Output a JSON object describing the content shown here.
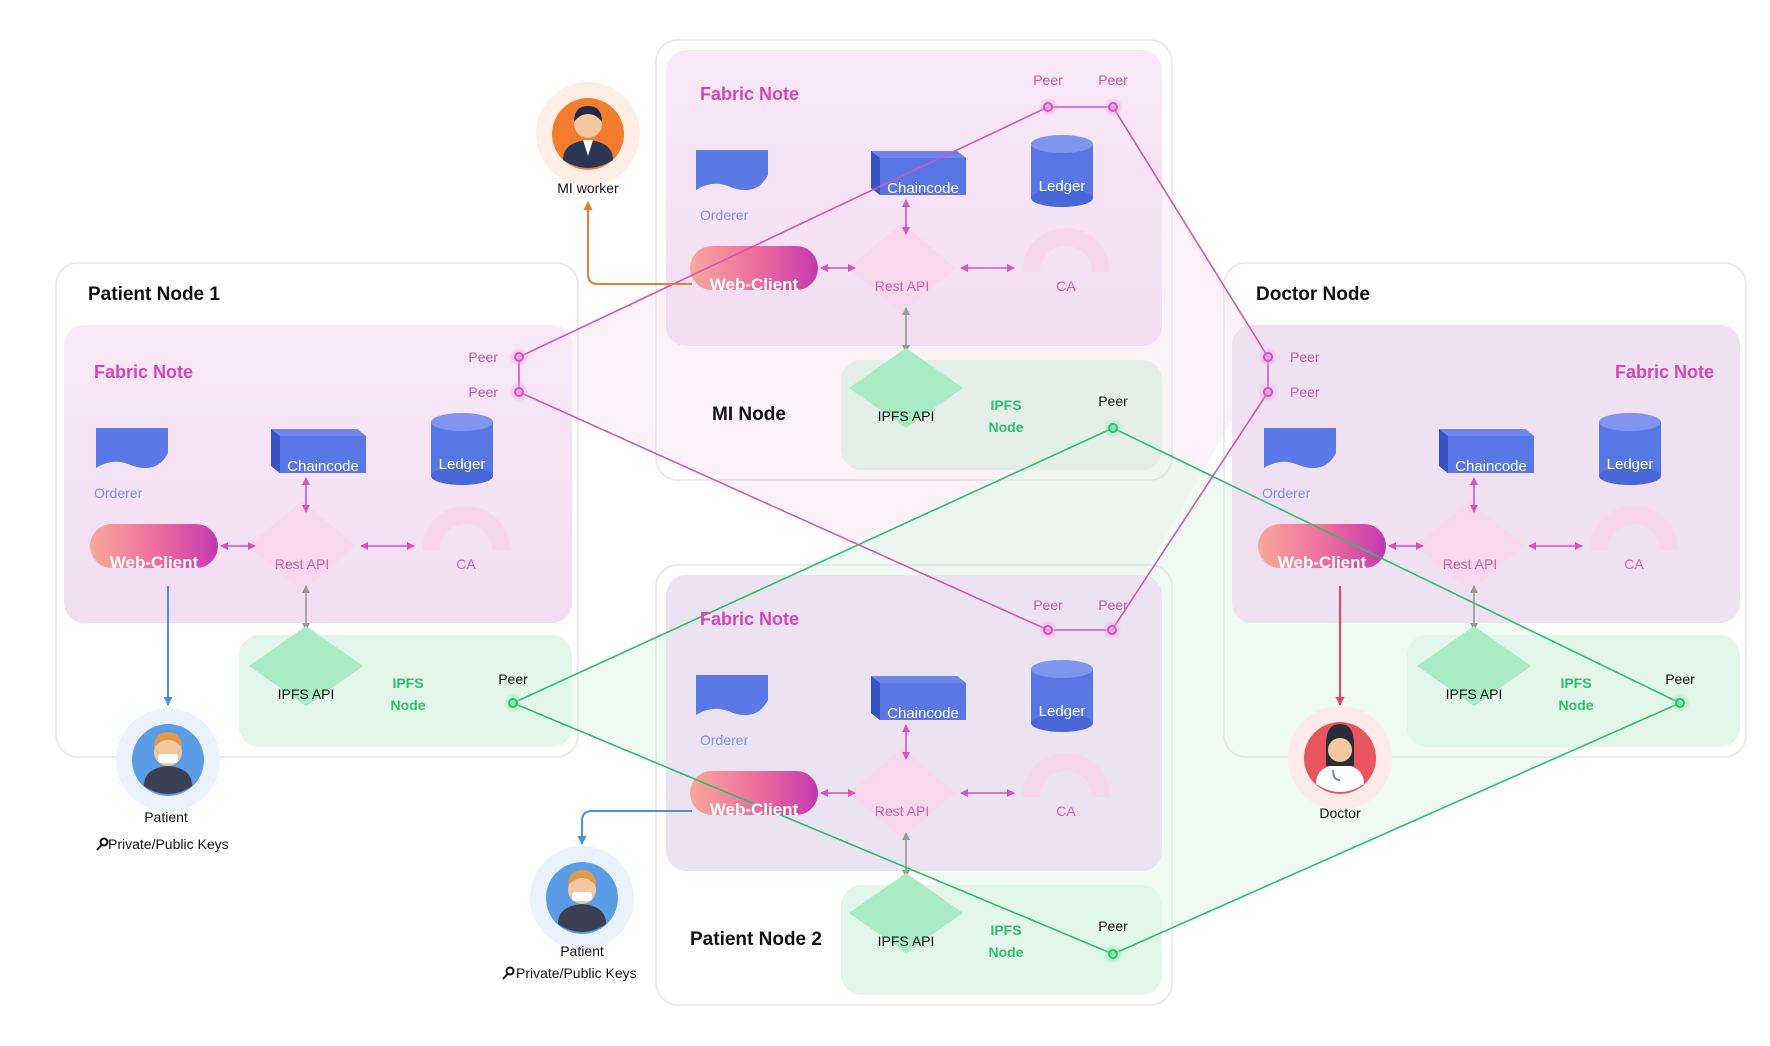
{
  "nodes": {
    "mi": {
      "title": "MI Node",
      "fabric_title": "Fabric Note",
      "peer_a": "Peer",
      "peer_b": "Peer",
      "orderer": "Orderer",
      "chaincode": "Chaincode",
      "ledger": "Ledger",
      "web_client": "Web-Client",
      "rest_api": "Rest API",
      "ca": "CA",
      "ipfs_api": "IPFS API",
      "ipfs_node_1": "IPFS",
      "ipfs_node_2": "Node",
      "ipfs_peer": "Peer"
    },
    "patient1": {
      "title": "Patient Node 1",
      "fabric_title": "Fabric Note",
      "peer_a": "Peer",
      "peer_b": "Peer",
      "orderer": "Orderer",
      "chaincode": "Chaincode",
      "ledger": "Ledger",
      "web_client": "Web-Client",
      "rest_api": "Rest API",
      "ca": "CA",
      "ipfs_api": "IPFS API",
      "ipfs_node_1": "IPFS",
      "ipfs_node_2": "Node",
      "ipfs_peer": "Peer"
    },
    "doctor": {
      "title": "Doctor Node",
      "fabric_title": "Fabric Note",
      "peer_a": "Peer",
      "peer_b": "Peer",
      "orderer": "Orderer",
      "chaincode": "Chaincode",
      "ledger": "Ledger",
      "web_client": "Web-Client",
      "rest_api": "Rest API",
      "ca": "CA",
      "ipfs_api": "IPFS API",
      "ipfs_node_1": "IPFS",
      "ipfs_node_2": "Node",
      "ipfs_peer": "Peer"
    },
    "patient2": {
      "title": "Patient Node 2",
      "fabric_title": "Fabric Note",
      "peer_a": "Peer",
      "peer_b": "Peer",
      "orderer": "Orderer",
      "chaincode": "Chaincode",
      "ledger": "Ledger",
      "web_client": "Web-Client",
      "rest_api": "Rest API",
      "ca": "CA",
      "ipfs_api": "IPFS API",
      "ipfs_node_1": "IPFS",
      "ipfs_node_2": "Node",
      "ipfs_peer": "Peer"
    }
  },
  "actors": {
    "mi_worker": {
      "name": "MI worker"
    },
    "patient1": {
      "name": "Patient",
      "keys": "Private/Public Keys"
    },
    "patient2": {
      "name": "Patient",
      "keys": "Private/Public Keys"
    },
    "doctor": {
      "name": "Doctor"
    }
  },
  "icons": {
    "key": "key-icon",
    "orderer": "orderer-flag-icon",
    "chaincode": "cube-icon",
    "ledger": "database-cylinder-icon",
    "ca": "arc-gauge-icon",
    "mi_worker": "worker-avatar-icon",
    "patient": "patient-avatar-icon",
    "doctor": "doctor-avatar-icon"
  },
  "colors": {
    "fabric_link": "#d255c0",
    "ipfs_link": "#2dbf6b",
    "worker_arrow": "#f07a2c",
    "patient_arrow": "#4a90e2",
    "doctor_arrow": "#e0475a",
    "fabric_title": "#d645b5",
    "ipfs_text": "#2dbf6b"
  }
}
